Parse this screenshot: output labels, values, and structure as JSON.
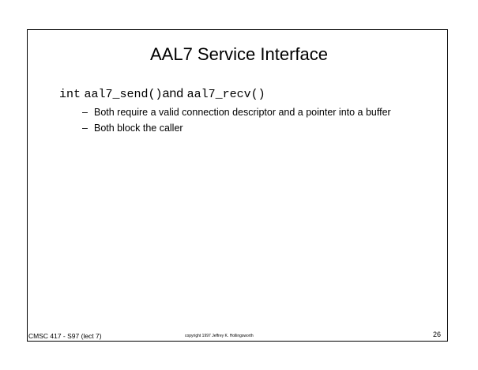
{
  "slide": {
    "title": "AAL7 Service Interface",
    "main_bullet": {
      "code_int": "int",
      "code_send": "aal7_send()",
      "text_and": "and",
      "code_recv": "aal7_recv()"
    },
    "sub_bullets": [
      {
        "dash": "–",
        "text": "Both require a valid connection descriptor and a pointer into a buffer"
      },
      {
        "dash": "–",
        "text": "Both block the caller"
      }
    ]
  },
  "footer": {
    "course": "CMSC 417 - S97  (lect 7)",
    "copyright": "copyright 1997  Jeffrey K. Hollingsworth",
    "page_number": "26"
  }
}
